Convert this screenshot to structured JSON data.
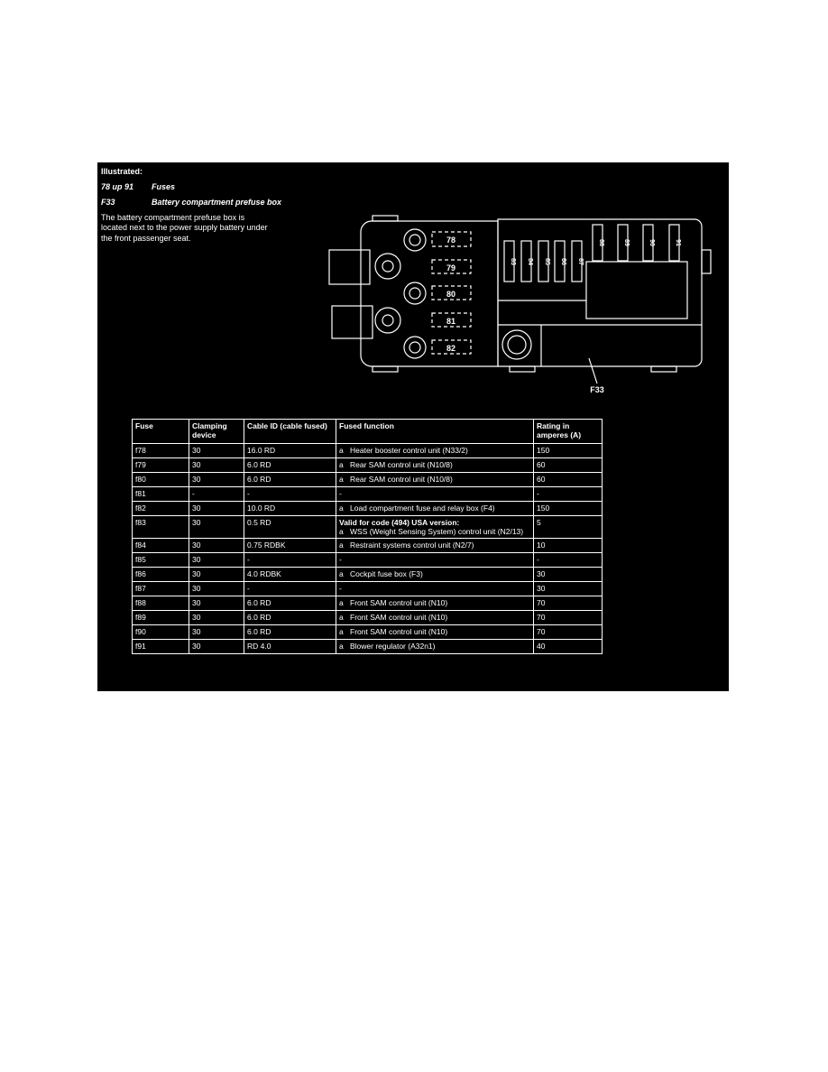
{
  "header": {
    "illustrated": "Illustrated:",
    "item1_id": "78 up 91",
    "item1_label": "Fuses",
    "item2_id": "F33",
    "item2_label": "Battery compartment prefuse box",
    "description_lines": [
      "The battery compartment prefuse box is",
      "located next to the power supply battery under",
      "the front passenger seat."
    ]
  },
  "diagram": {
    "big_fuses": [
      "78",
      "79",
      "80",
      "81",
      "82"
    ],
    "small_fuses": [
      "83",
      "84",
      "85",
      "86",
      "87"
    ],
    "top_fuses": [
      "88",
      "89",
      "90",
      "91"
    ],
    "callout": "F33"
  },
  "table": {
    "headers": [
      "Fuse",
      "Clamping device",
      "Cable ID (cable fused)",
      "Fused function",
      "Rating in amperes (A)"
    ],
    "rows": [
      {
        "fuse": "f78",
        "clamp": "30",
        "cable": "16.0 RD",
        "note": "",
        "bullet": "a",
        "function": "Heater booster control unit (N33/2)",
        "rating": "150"
      },
      {
        "fuse": "f79",
        "clamp": "30",
        "cable": "6.0 RD",
        "note": "",
        "bullet": "a",
        "function": "Rear SAM control unit (N10/8)",
        "rating": "60"
      },
      {
        "fuse": "f80",
        "clamp": "30",
        "cable": "6.0 RD",
        "note": "",
        "bullet": "a",
        "function": "Rear SAM control unit (N10/8)",
        "rating": "60"
      },
      {
        "fuse": "f81",
        "clamp": "-",
        "cable": "-",
        "note": "",
        "bullet": "",
        "function": "-",
        "rating": "-"
      },
      {
        "fuse": "f82",
        "clamp": "30",
        "cable": "10.0 RD",
        "note": "",
        "bullet": "a",
        "function": "Load compartment fuse and relay box (F4)",
        "rating": "150"
      },
      {
        "fuse": "f83",
        "clamp": "30",
        "cable": "0.5 RD",
        "note": "Valid for code (494) USA version:",
        "bullet": "a",
        "function": "WSS (Weight Sensing System) control unit (N2/13)",
        "rating": "5"
      },
      {
        "fuse": "f84",
        "clamp": "30",
        "cable": "0.75 RDBK",
        "note": "",
        "bullet": "a",
        "function": "Restraint systems control unit (N2/7)",
        "rating": "10"
      },
      {
        "fuse": "f85",
        "clamp": "30",
        "cable": "-",
        "note": "",
        "bullet": "",
        "function": "-",
        "rating": "-"
      },
      {
        "fuse": "f86",
        "clamp": "30",
        "cable": "4.0 RDBK",
        "note": "",
        "bullet": "a",
        "function": "Cockpit fuse box (F3)",
        "rating": "30"
      },
      {
        "fuse": "f87",
        "clamp": "30",
        "cable": "-",
        "note": "",
        "bullet": "",
        "function": "-",
        "rating": "30"
      },
      {
        "fuse": "f88",
        "clamp": "30",
        "cable": "6.0 RD",
        "note": "",
        "bullet": "a",
        "function": "Front SAM control unit (N10)",
        "rating": "70"
      },
      {
        "fuse": "f89",
        "clamp": "30",
        "cable": "6.0 RD",
        "note": "",
        "bullet": "a",
        "function": "Front SAM control unit (N10)",
        "rating": "70"
      },
      {
        "fuse": "f90",
        "clamp": "30",
        "cable": "6.0 RD",
        "note": "",
        "bullet": "a",
        "function": "Front SAM control unit (N10)",
        "rating": "70"
      },
      {
        "fuse": "f91",
        "clamp": "30",
        "cable": "RD 4.0",
        "note": "",
        "bullet": "a",
        "function": "Blower regulator (A32n1)",
        "rating": "40"
      }
    ]
  }
}
